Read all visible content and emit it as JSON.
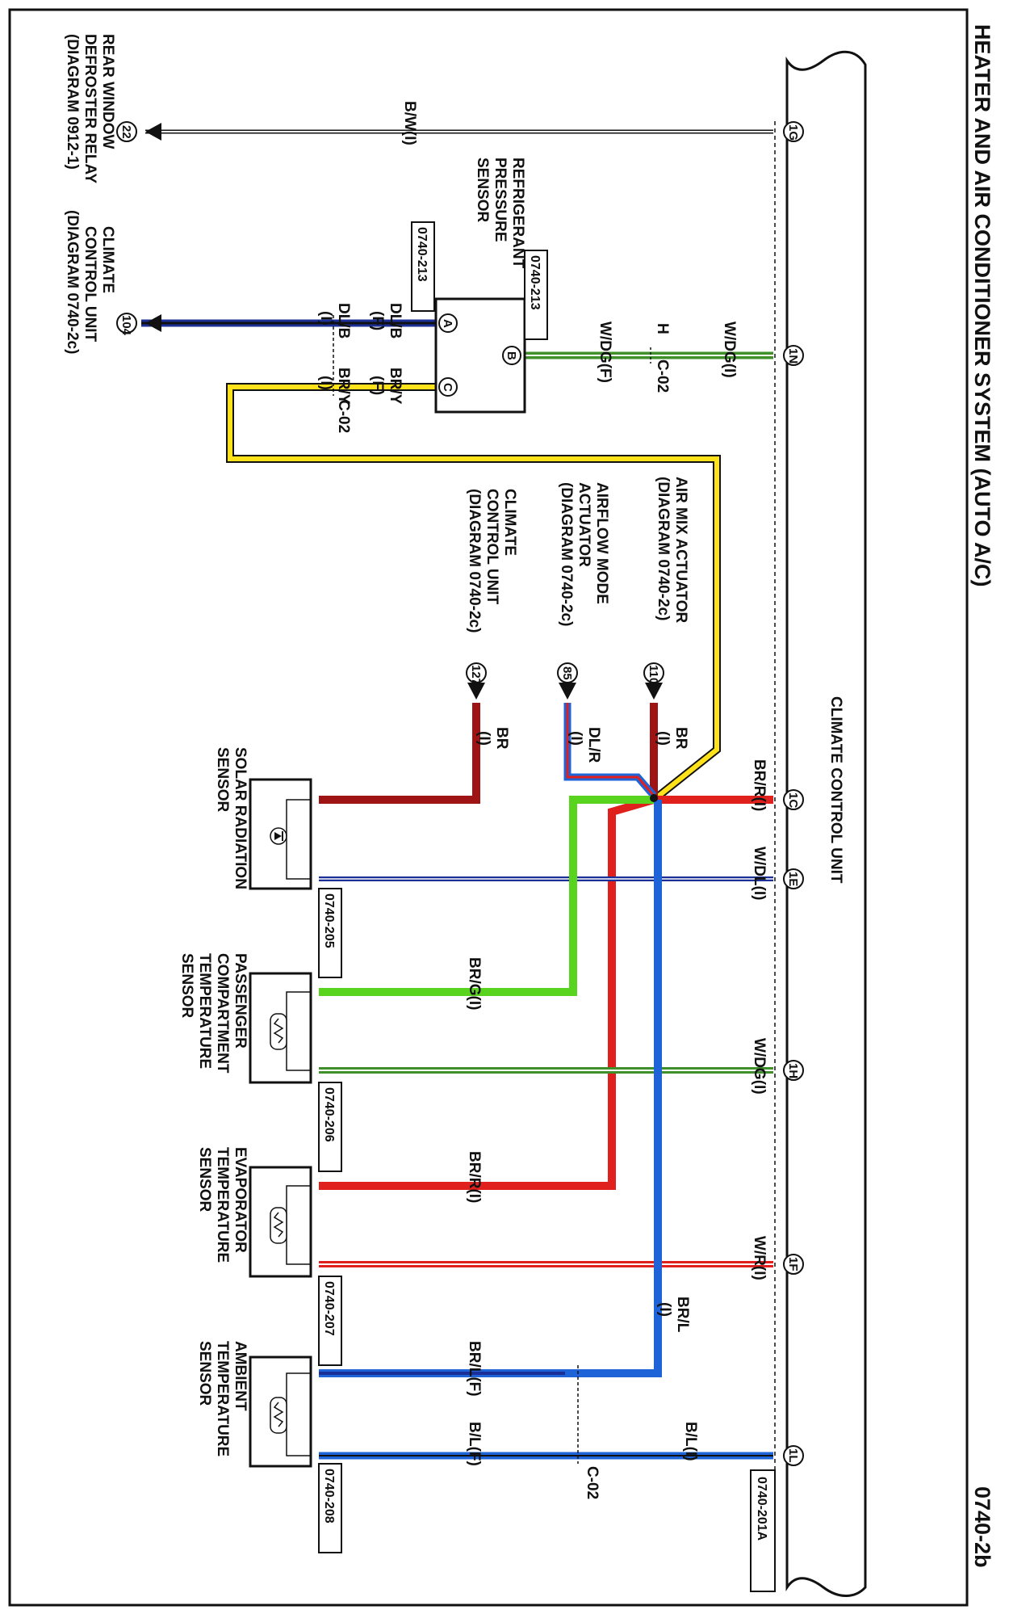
{
  "page": {
    "title": "HEATER AND AIR CONDITIONER SYSTEM (AUTO A/C)",
    "diagram_number": "0740-2b"
  },
  "colors": {
    "red": "#e0201c",
    "dark_red": "#9e1414",
    "blue": "#1f63d8",
    "dark_blue": "#1b2f96",
    "green": "#3f8f2b",
    "light_green": "#59d41e",
    "yellow": "#ffe21a",
    "black": "#111111"
  },
  "icons": {
    "thermistor": "thermistor-icon",
    "photodiode": "photodiode-icon",
    "connector": "arrow-connector-icon"
  },
  "ccu": {
    "label": "CLIMATE CONTROL UNIT",
    "connector_id": "0740-201A",
    "pins": [
      "1G",
      "1N",
      "1C",
      "1E",
      "1H",
      "1F",
      "1L"
    ]
  },
  "external": {
    "rear_defroster": {
      "line1": "REAR WINDOW",
      "line2": "DEFROSTER RELAY",
      "line3": "(DIAGRAM  0912-1)",
      "ref": "22"
    },
    "ccu_2c": {
      "line1": "CLIMATE",
      "line2": "CONTROL UNIT",
      "line3": "(DIAGRAM  0740-2c)",
      "ref": "104"
    },
    "air_mix": {
      "line1": "AIR MIX ACTUATOR",
      "line2": "(DIAGRAM  0740-2c)",
      "ref": "110"
    },
    "airflow": {
      "line1": "AIRFLOW MODE",
      "line2": "ACTUATOR",
      "line3": "(DIAGRAM  0740-2c)",
      "ref": "85"
    },
    "ccu_127": {
      "line1": "CLIMATE",
      "line2": "CONTROL UNIT",
      "line3": "(DIAGRAM  0740-2c)",
      "ref": "127"
    }
  },
  "sensors": {
    "refrigerant": {
      "line1": "REFRIGERANT",
      "line2": "PRESSURE",
      "line3": "SENSOR",
      "connector_top": "0740-213",
      "connector_side": "0740-213",
      "pins": [
        "A",
        "B",
        "C"
      ]
    },
    "solar": {
      "line1": "SOLAR RADIATION",
      "line2": "SENSOR",
      "connector": "0740-205"
    },
    "passenger": {
      "line1": "PASSENGER",
      "line2": "COMPARTMENT",
      "line3": "TEMPERATURE",
      "line4": "SENSOR",
      "connector": "0740-206"
    },
    "evaporator": {
      "line1": "EVAPORATOR",
      "line2": "TEMPERATURE",
      "line3": "SENSOR",
      "connector": "0740-207"
    },
    "ambient": {
      "line1": "AMBIENT",
      "line2": "TEMPERATURE",
      "line3": "SENSOR",
      "connector": "0740-208"
    }
  },
  "wires": {
    "bw": "B/W(I)",
    "wdg_i": "W/DG(I)",
    "wdg_f": "W/DG(F)",
    "h": "H",
    "c02": "C-02",
    "dlb": "DL/B",
    "bry": "BR/Y",
    "f": "(F)",
    "i": "(I)",
    "br": "BR",
    "dlr": "DL/R",
    "brr": "BR/R(I)",
    "wdl": "W/DL(I)",
    "brg": "BR/G(I)",
    "wdg_h": "W/DG(I)",
    "brr_evap": "BR/R(I)",
    "wr": "W/R(I)",
    "brl": "BR/L",
    "brl_f": "BR/L(F)",
    "bl_f": "B/L(F)",
    "bl_i": "B/L(I)"
  }
}
